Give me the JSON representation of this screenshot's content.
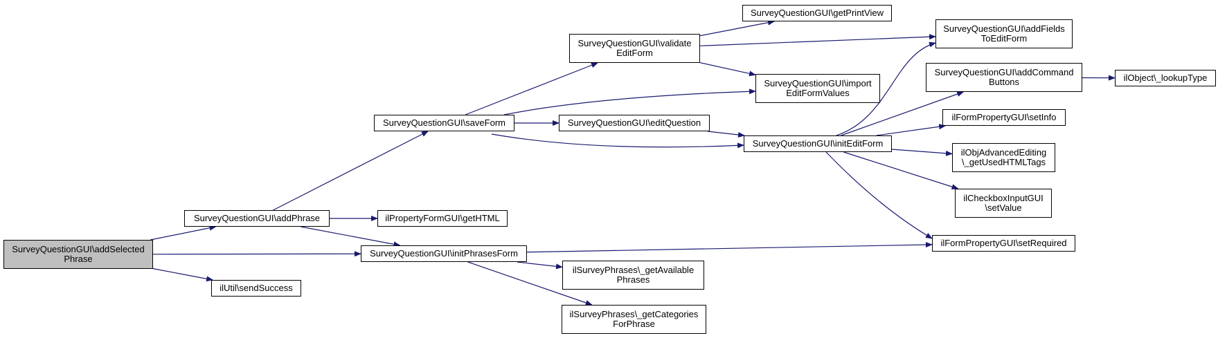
{
  "graph": {
    "root": "n0",
    "colors": {
      "edge": "#191970",
      "root_fill": "#bfbfbf",
      "node_fill": "#ffffff",
      "border": "#000000"
    },
    "nodes": [
      {
        "id": "n0",
        "label": "SurveyQuestionGUI\\addSelected\nPhrase"
      },
      {
        "id": "n1",
        "label": "SurveyQuestionGUI\\addPhrase"
      },
      {
        "id": "n2",
        "label": "SurveyQuestionGUI\\initPhrasesForm"
      },
      {
        "id": "n3",
        "label": "ilUtil\\sendSuccess"
      },
      {
        "id": "n4",
        "label": "SurveyQuestionGUI\\saveForm"
      },
      {
        "id": "n5",
        "label": "ilPropertyFormGUI\\getHTML"
      },
      {
        "id": "n6",
        "label": "SurveyQuestionGUI\\validate\nEditForm"
      },
      {
        "id": "n7",
        "label": "SurveyQuestionGUI\\editQuestion"
      },
      {
        "id": "n8",
        "label": "SurveyQuestionGUI\\getPrintView"
      },
      {
        "id": "n9",
        "label": "SurveyQuestionGUI\\import\nEditFormValues"
      },
      {
        "id": "n10",
        "label": "SurveyQuestionGUI\\initEditForm"
      },
      {
        "id": "n11",
        "label": "SurveyQuestionGUI\\addFields\nToEditForm"
      },
      {
        "id": "n12",
        "label": "SurveyQuestionGUI\\addCommand\nButtons"
      },
      {
        "id": "n13",
        "label": "ilFormPropertyGUI\\setInfo"
      },
      {
        "id": "n14",
        "label": "ilObjAdvancedEditing\n\\_getUsedHTMLTags"
      },
      {
        "id": "n15",
        "label": "ilCheckboxInputGUI\n\\setValue"
      },
      {
        "id": "n16",
        "label": "ilFormPropertyGUI\\setRequired"
      },
      {
        "id": "n17",
        "label": "ilObject\\_lookupType"
      },
      {
        "id": "n18",
        "label": "ilSurveyPhrases\\_getAvailable\nPhrases"
      },
      {
        "id": "n19",
        "label": "ilSurveyPhrases\\_getCategories\nForPhrase"
      }
    ],
    "edges": [
      {
        "from": "n0",
        "to": "n1"
      },
      {
        "from": "n0",
        "to": "n2"
      },
      {
        "from": "n0",
        "to": "n3"
      },
      {
        "from": "n1",
        "to": "n4"
      },
      {
        "from": "n1",
        "to": "n5"
      },
      {
        "from": "n1",
        "to": "n2"
      },
      {
        "from": "n4",
        "to": "n6"
      },
      {
        "from": "n4",
        "to": "n9"
      },
      {
        "from": "n4",
        "to": "n7"
      },
      {
        "from": "n4",
        "to": "n10"
      },
      {
        "from": "n6",
        "to": "n8"
      },
      {
        "from": "n6",
        "to": "n11"
      },
      {
        "from": "n6",
        "to": "n9"
      },
      {
        "from": "n7",
        "to": "n10"
      },
      {
        "from": "n10",
        "to": "n11"
      },
      {
        "from": "n10",
        "to": "n12"
      },
      {
        "from": "n10",
        "to": "n13"
      },
      {
        "from": "n10",
        "to": "n14"
      },
      {
        "from": "n10",
        "to": "n15"
      },
      {
        "from": "n10",
        "to": "n16"
      },
      {
        "from": "n12",
        "to": "n17"
      },
      {
        "from": "n2",
        "to": "n16"
      },
      {
        "from": "n2",
        "to": "n18"
      },
      {
        "from": "n2",
        "to": "n19"
      }
    ]
  }
}
